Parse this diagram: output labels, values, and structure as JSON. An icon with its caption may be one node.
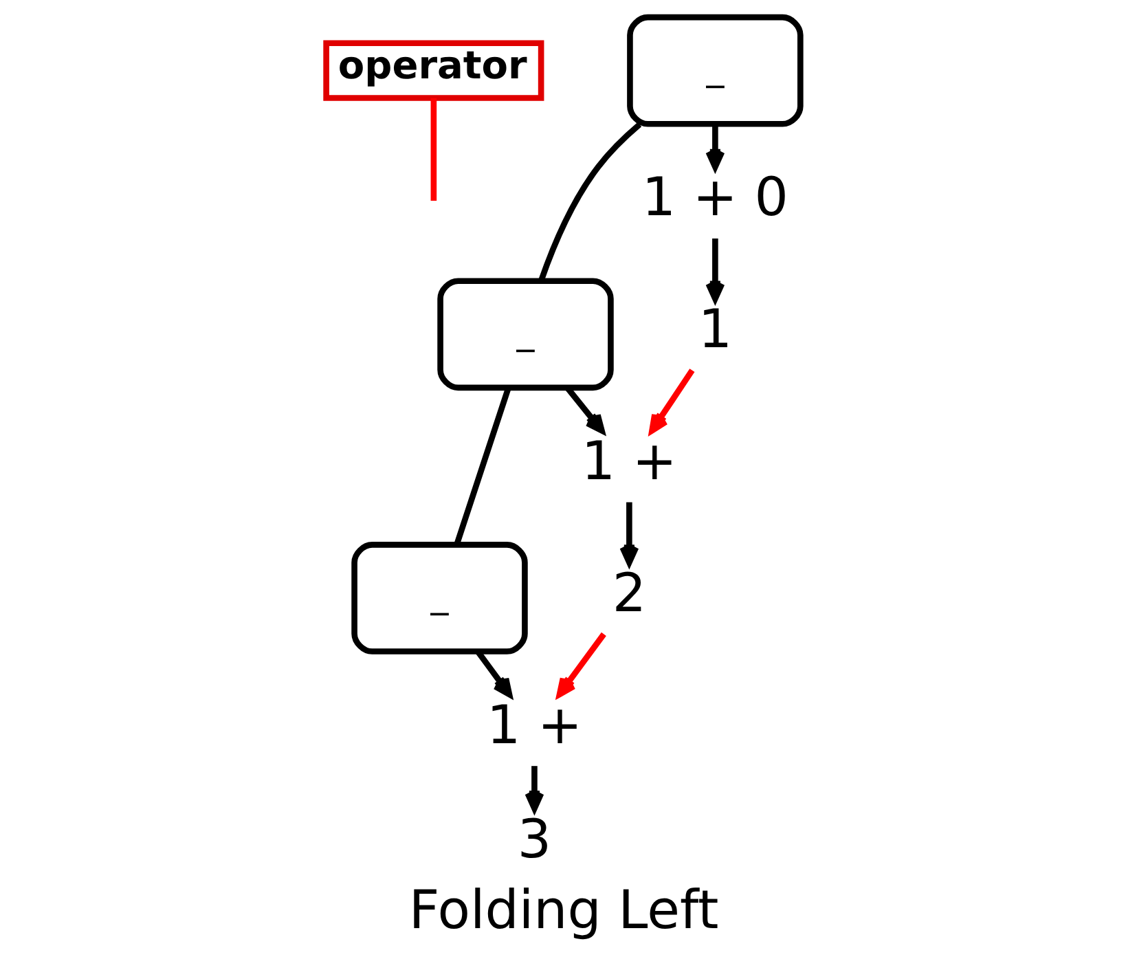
{
  "diagram": {
    "caption": "Folding Left",
    "nodes": [
      {
        "text": [
          "operator"
        ]
      },
      {
        "text": [
          "_"
        ]
      },
      {
        "text": [
          "_"
        ]
      },
      {
        "text": [
          "_"
        ]
      },
      {
        "text": [
          "1 + 0"
        ]
      },
      {
        "text": [
          "1"
        ]
      },
      {
        "text": [
          "1 +"
        ]
      },
      {
        "text": [
          "2"
        ]
      },
      {
        "text": [
          "1 +"
        ]
      },
      {
        "text": [
          "3"
        ]
      }
    ],
    "edges": [
      {
        "from": 0,
        "to": null,
        "arrow": "none",
        "color": "#ff0000"
      },
      {
        "from": 1,
        "to": 2,
        "arrow": "none"
      },
      {
        "from": 2,
        "to": 3,
        "arrow": "none"
      },
      {
        "from": 1,
        "to": 4,
        "arrow": "to"
      },
      {
        "from": 4,
        "to": 5,
        "arrow": "to"
      },
      {
        "from": 2,
        "to": 6,
        "arrow": "to"
      },
      {
        "from": 6,
        "to": 7,
        "arrow": "to"
      },
      {
        "from": 3,
        "to": 8,
        "arrow": "to"
      },
      {
        "from": 8,
        "to": 9,
        "arrow": "to"
      },
      {
        "from": 5,
        "to": 6,
        "arrow": "to",
        "color": "#ff0000"
      },
      {
        "from": 7,
        "to": 8,
        "arrow": "to",
        "color": "#ff0000"
      }
    ]
  }
}
